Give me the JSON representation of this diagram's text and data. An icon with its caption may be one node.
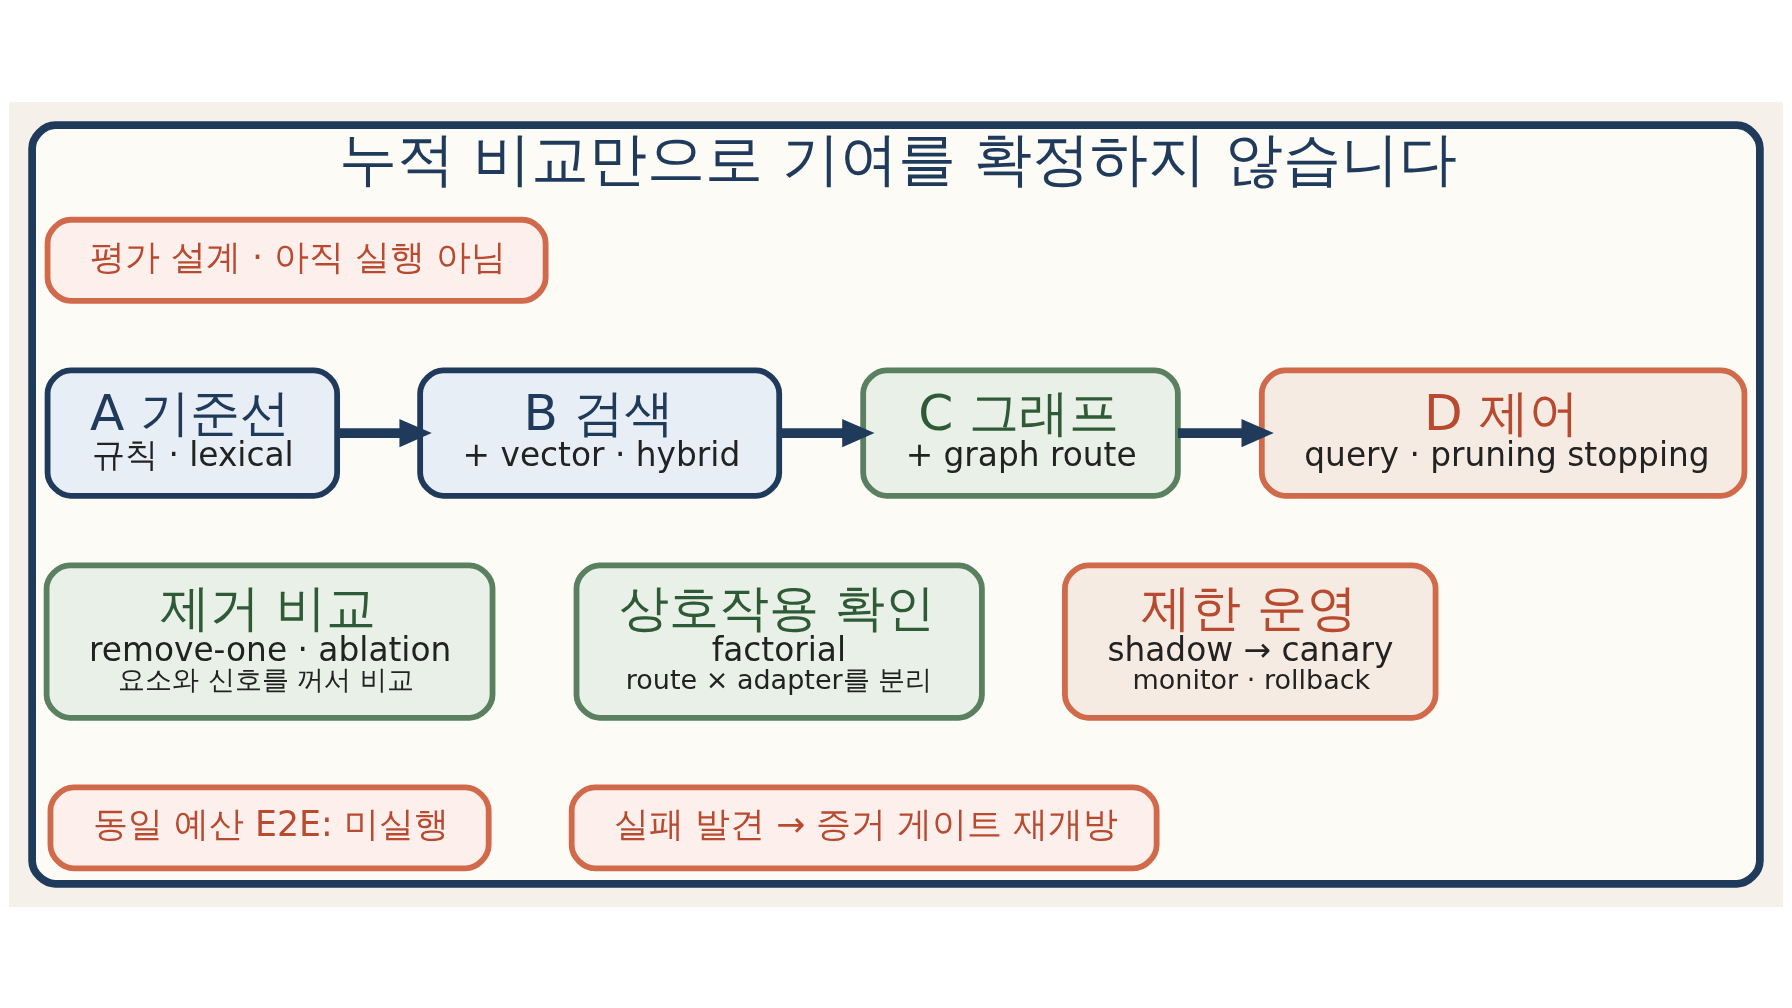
{
  "diagram": {
    "nodes": [
      {
        "text": [
          "누적 비교만으로 기여를 확정하지 않습니다"
        ]
      },
      {
        "text": [
          "평가 설계 · 아직 실행 아님"
        ],
        "in": 0
      },
      {
        "text": [
          "A 기준선",
          "규칙 · lexical"
        ],
        "in": 0
      },
      {
        "text": [
          "B 검색",
          "+ vector · hybrid"
        ],
        "in": 0
      },
      {
        "text": [
          "C 그래프",
          "+ graph route"
        ],
        "in": 0
      },
      {
        "text": [
          "D 제어",
          "query · pruning stopping"
        ],
        "in": 0
      },
      {
        "text": [
          "제거 비교",
          "remove-one · ablation",
          "요소와 신호를 꺼서 비교"
        ],
        "in": 0
      },
      {
        "text": [
          "상호작용 확인",
          "factorial",
          "route × adapter를 분리"
        ],
        "in": 0
      },
      {
        "text": [
          "제한 운영",
          "shadow → canary",
          "monitor · rollback"
        ],
        "in": 0
      },
      {
        "text": [
          "동일 예산 E2E: 미실행"
        ],
        "in": 0
      },
      {
        "text": [
          "실패 발견 → 증거 게이트 재개방"
        ],
        "in": 0
      }
    ],
    "edges": [
      {
        "from": 2,
        "to": 3,
        "arrow": "to"
      },
      {
        "from": 3,
        "to": 4,
        "arrow": "to"
      },
      {
        "from": 4,
        "to": 5,
        "arrow": "to"
      }
    ]
  }
}
